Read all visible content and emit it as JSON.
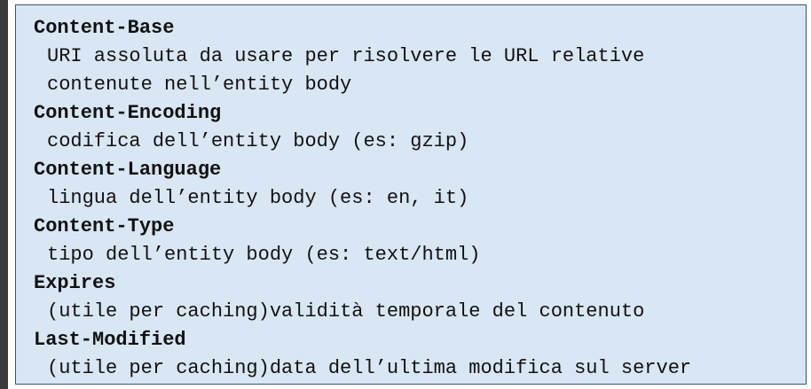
{
  "headers": [
    {
      "name": "Content-Base",
      "lines": [
        "URI assoluta da usare per risolvere le URL relative",
        "contenute nell’entity body"
      ]
    },
    {
      "name": "Content-Encoding",
      "lines": [
        "codifica dell’entity body (es: gzip)"
      ]
    },
    {
      "name": "Content-Language",
      "lines": [
        "lingua dell’entity body (es: en, it)"
      ]
    },
    {
      "name": "Content-Type",
      "lines": [
        "tipo dell’entity body (es: text/html)"
      ]
    },
    {
      "name": "Expires",
      "lines": [
        "(utile per caching)validità temporale del contenuto"
      ]
    },
    {
      "name": "Last-Modified",
      "lines": [
        "(utile per caching)data dell’ultima modifica sul server"
      ]
    }
  ]
}
